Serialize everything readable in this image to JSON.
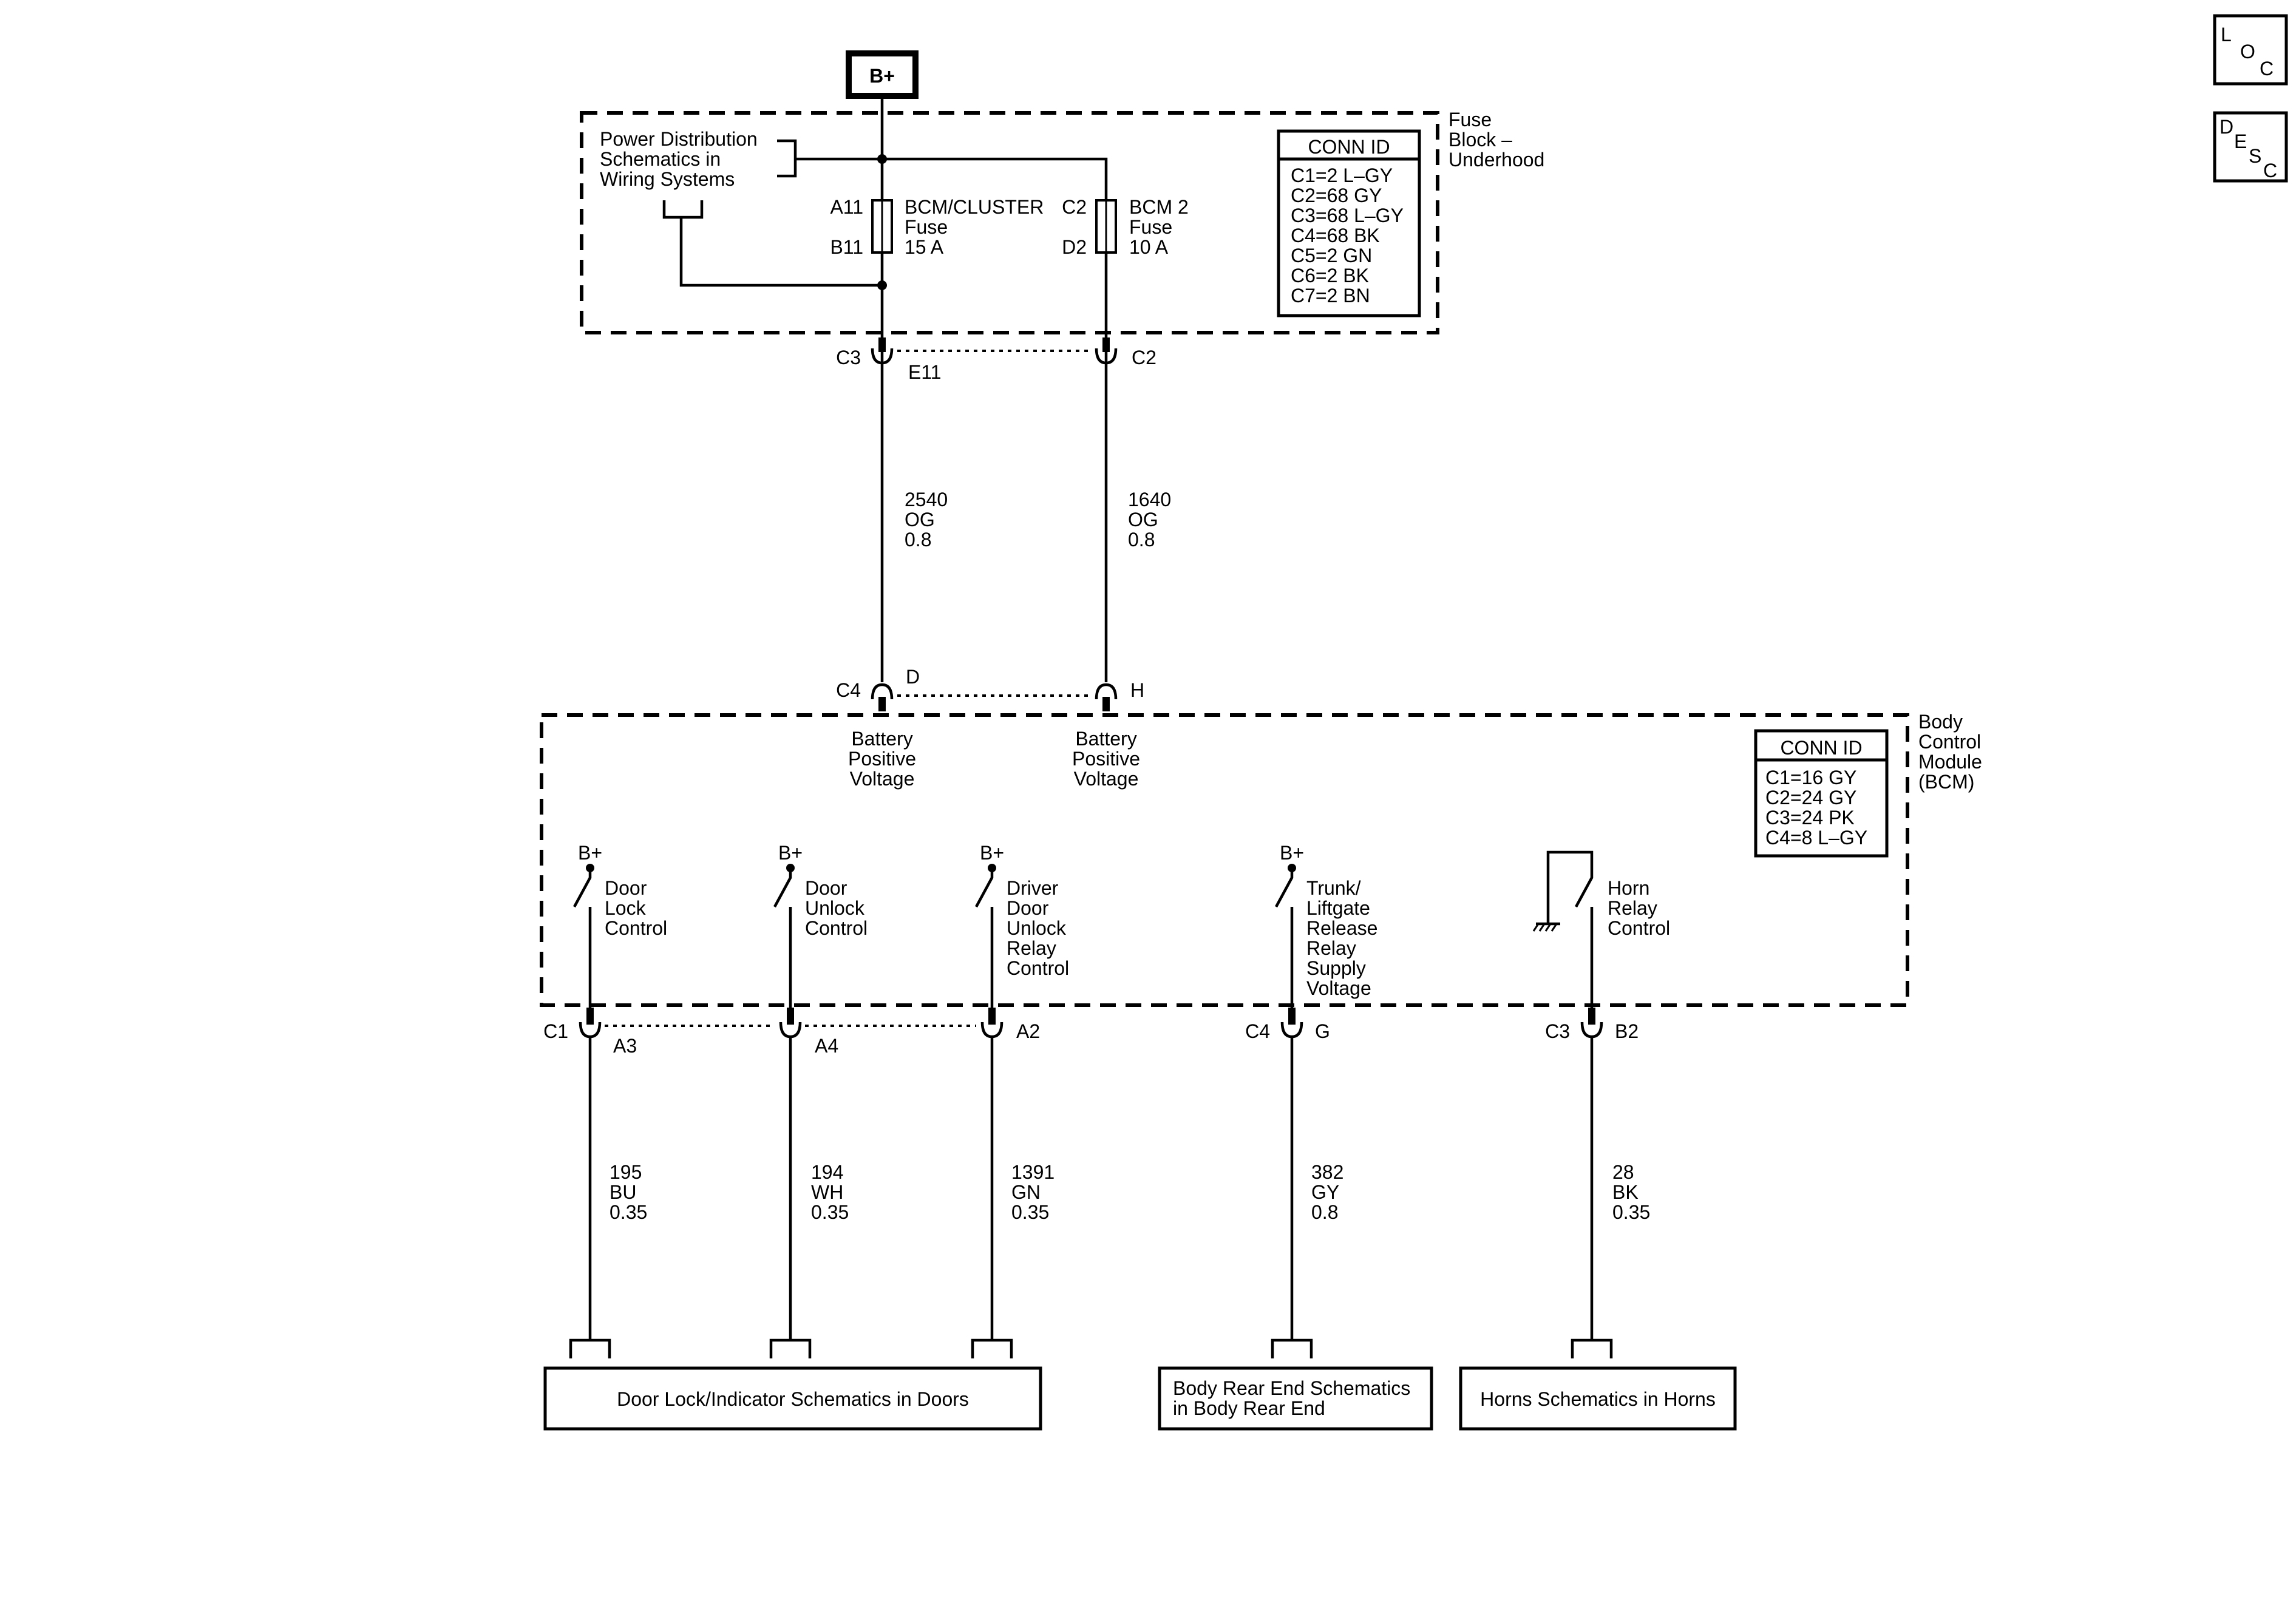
{
  "nav": {
    "loc": [
      "L",
      "O",
      "C"
    ],
    "desc": [
      "D",
      "E",
      "S",
      "C"
    ]
  },
  "battery": "B+",
  "fuse_block": {
    "label": [
      "Fuse",
      "Block –",
      "Underhood"
    ],
    "power_dist": [
      "Power Distribution",
      "Schematics in",
      "Wiring Systems"
    ],
    "fuse1": {
      "top": "A11",
      "bottom": "B11",
      "name": [
        "BCM/CLUSTER",
        "Fuse",
        "15 A"
      ]
    },
    "fuse2": {
      "top": "C2",
      "bottom": "D2",
      "name": [
        "BCM 2",
        "Fuse",
        "10 A"
      ]
    },
    "conn_id": {
      "title": "CONN ID",
      "rows": [
        "C1=2 L–GY",
        "C2=68 GY",
        "C3=68 L–GY",
        "C4=68 BK",
        "C5=2 GN",
        "C6=2 BK",
        "C7=2 BN"
      ]
    },
    "out1": {
      "conn": "C3",
      "pin": "E11"
    },
    "out2": {
      "conn": "C2"
    }
  },
  "wires_upper": [
    {
      "circuit": "2540",
      "color": "OG",
      "size": "0.8"
    },
    {
      "circuit": "1640",
      "color": "OG",
      "size": "0.8"
    }
  ],
  "bcm": {
    "label": [
      "Body",
      "Control",
      "Module",
      "(BCM)"
    ],
    "in_conn": "C4",
    "in1_pin": "D",
    "in2_pin": "H",
    "in_label": [
      "Battery",
      "Positive",
      "Voltage"
    ],
    "conn_id": {
      "title": "CONN ID",
      "rows": [
        "C1=16 GY",
        "C2=24 GY",
        "C3=24 PK",
        "C4=8 L–GY"
      ]
    },
    "switches": [
      {
        "supply": "B+",
        "label": [
          "Door",
          "Lock",
          "Control"
        ],
        "conn": "C1",
        "pin": "A3"
      },
      {
        "supply": "B+",
        "label": [
          "Door",
          "Unlock",
          "Control"
        ],
        "conn": "",
        "pin": "A4"
      },
      {
        "supply": "B+",
        "label": [
          "Driver",
          "Door",
          "Unlock",
          "Relay",
          "Control"
        ],
        "conn": "",
        "pin": "A2"
      },
      {
        "supply": "B+",
        "label": [
          "Trunk/",
          "Liftgate",
          "Release",
          "Relay",
          "Supply",
          "Voltage"
        ],
        "conn": "C4",
        "pin": "G"
      },
      {
        "supply": "",
        "label": [
          "Horn",
          "Relay",
          "Control"
        ],
        "conn": "C3",
        "pin": "B2"
      }
    ]
  },
  "wires_lower": [
    {
      "circuit": "195",
      "color": "BU",
      "size": "0.35"
    },
    {
      "circuit": "194",
      "color": "WH",
      "size": "0.35"
    },
    {
      "circuit": "1391",
      "color": "GN",
      "size": "0.35"
    },
    {
      "circuit": "382",
      "color": "GY",
      "size": "0.8"
    },
    {
      "circuit": "28",
      "color": "BK",
      "size": "0.35"
    }
  ],
  "destinations": [
    {
      "lines": [
        "Door Lock/Indicator Schematics in Doors"
      ]
    },
    {
      "lines": [
        "Body Rear End Schematics",
        "in Body Rear End"
      ]
    },
    {
      "lines": [
        "Horns Schematics in Horns"
      ]
    }
  ]
}
